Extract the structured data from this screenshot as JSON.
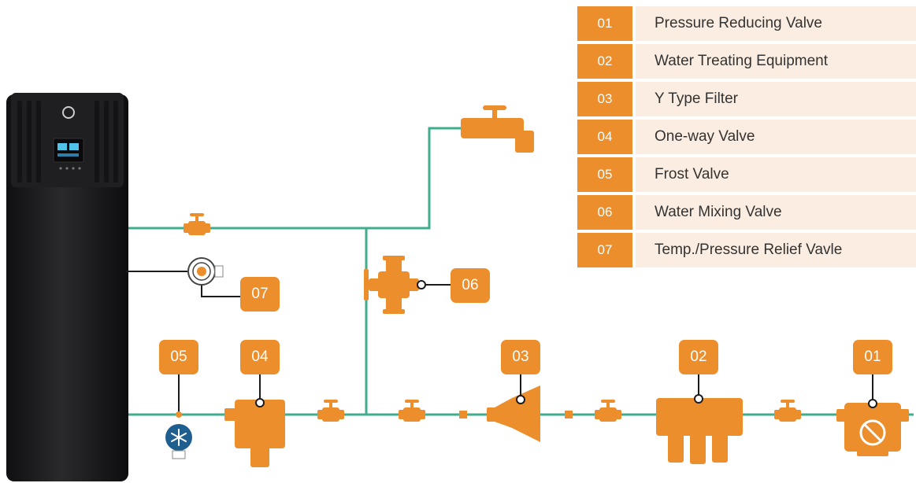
{
  "legend": [
    {
      "num": "01",
      "label": "Pressure Reducing Valve"
    },
    {
      "num": "02",
      "label": "Water Treating Equipment"
    },
    {
      "num": "03",
      "label": "Y Type Filter"
    },
    {
      "num": "04",
      "label": "One-way Valve"
    },
    {
      "num": "05",
      "label": "Frost Valve"
    },
    {
      "num": "06",
      "label": "Water Mixing Valve"
    },
    {
      "num": "07",
      "label": "Temp./Pressure Relief Vavle"
    }
  ],
  "badges": {
    "b01": "01",
    "b02": "02",
    "b03": "03",
    "b04": "04",
    "b05": "05",
    "b06": "06",
    "b07": "07"
  },
  "colors": {
    "accent": "#ec8e2c",
    "pipe": "#3fae8c",
    "legend_bg": "#fbede1",
    "tank": "#1b1b1d",
    "frost_valve": "#1f5f8f"
  },
  "icons": {
    "tank": "heat-pump-water-heater",
    "faucet": "faucet-icon",
    "valve": "gate-valve-icon",
    "frost": "snowflake-icon"
  }
}
